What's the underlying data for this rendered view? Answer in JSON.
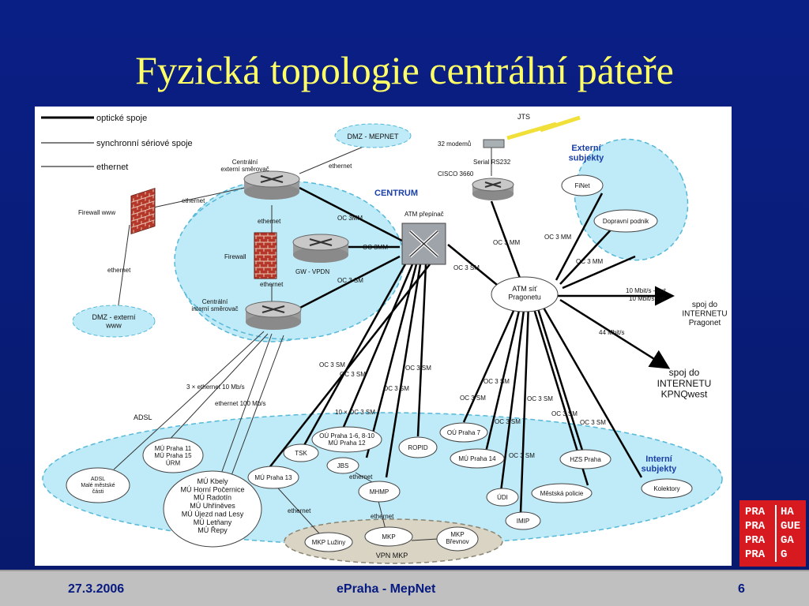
{
  "slide": {
    "title": "Fyzická topologie centrální páteře",
    "footer_date": "27.3.2006",
    "footer_center": "ePraha - MepNet",
    "footer_page": "6",
    "colors": {
      "background": "#0a1f86",
      "title": "#ffff66",
      "footer": "#c0c0c0",
      "footer_text": "#061a80",
      "logo": "#d71920"
    }
  },
  "logo": {
    "rows": [
      {
        "left": "PRA",
        "right": "HA"
      },
      {
        "left": "PRA",
        "right": "GUE"
      },
      {
        "left": "PRA",
        "right": "GA"
      },
      {
        "left": "PRA",
        "right": "G"
      }
    ]
  },
  "diagram": {
    "legend": {
      "optical": "optické spoje",
      "serial": "synchronní sériové spoje",
      "ethernet": "ethernet"
    },
    "zones": {
      "centrum": "CENTRUM",
      "externi": "Externí\nsubjekty",
      "interni": "Interní\nsubjekty",
      "vpn": "VPN MKP"
    },
    "devices": {
      "ext_router": "Centrální\nexterní směrovač",
      "int_router": "Centrální\ninterní směrovač",
      "gw_vpdn": "GW - VPDN",
      "atm_switch": "ATM přepínač",
      "firewall_www": "Firewall www",
      "firewall": "Firewall",
      "cisco": "CISCO 3660",
      "modems": "32 modemů",
      "serial": "Serial RS232",
      "jts": "JTS",
      "atm_cloud": "ATM síť\nPragonetu"
    },
    "clouds": {
      "dmz_mepnet": "DMZ - MEPNET",
      "dmz_www": "DMZ - externí\nwww",
      "finet": "FiNet",
      "dopravni": "Dopravní podnik",
      "adsl_cloud": "ADSL\nMalé městské\nčásti",
      "mu11": "MÚ Praha 11\nMÚ Praha 15\nÚRM",
      "kbely": "MÚ Kbely\nMÚ Horní Počernice\nMÚ Radotín\nMÚ Uhříněves\nMÚ Újezd nad Lesy\nMÚ Letňany\nMÚ Řepy",
      "mu13": "MÚ Praha 13",
      "tsk": "TSK",
      "ou16": "OÚ Praha 1-6, 8-10\nMÚ Praha 12",
      "jbs": "JBS",
      "rdp": "ROPID",
      "mhmp": "MHMP",
      "ou7": "OÚ Praha 7",
      "mu14": "MÚ Praha 14",
      "hzs": "HZS Praha",
      "udi": "ÚDI",
      "mestska": "Městská policie",
      "imip": "IMIP",
      "kolektory": "Kolektory",
      "mkp_luziny": "MKP Lužiny",
      "mkp": "MKP",
      "mkp_brevnov": "MKP\nBřevnov"
    },
    "links": {
      "ethernet": "ethernet",
      "oc3mm": "OC 3MM",
      "oc3sm_a": "OC 3 SM",
      "oc3_mm": "OC 3 MM",
      "oc_3_sm": "OC 3 SM",
      "ten_oc3": "10 × OC 3 SM",
      "three_eth": "3 × ethernet 10 Mb/s",
      "eth100": "ethernet 100 Mb/s",
      "adsl": "ADSL",
      "speed_out": "10 Mbit/s - out",
      "speed_in": "10 Mbit/s - in",
      "speed44": "44 Mbit/s"
    },
    "internet": {
      "pragonet": "spoj do\nINTERNETU\nPragonet",
      "kpnqwest": "spoj do\nINTERNETU\nKPNQwest"
    }
  }
}
